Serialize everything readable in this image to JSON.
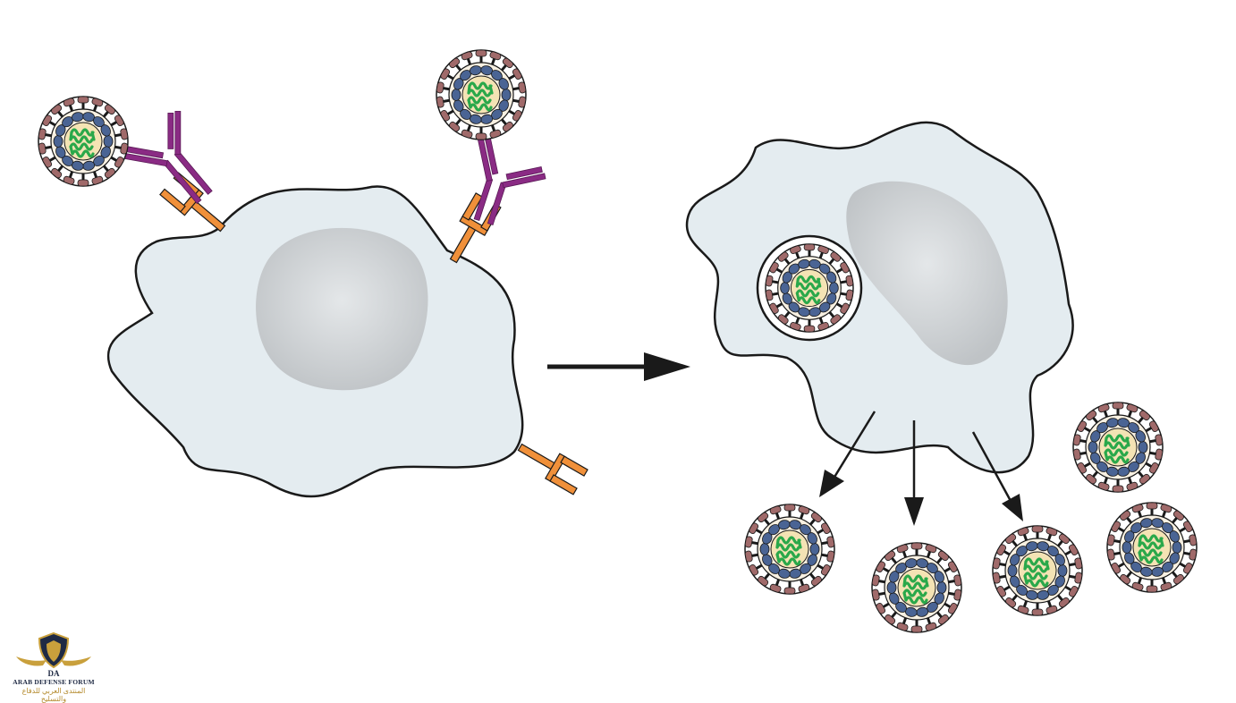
{
  "watermark": {
    "logo_icon": "arab-defense-forum-shield-eagle-logo",
    "text_en": "ARAB DEFENSE FORUM",
    "text_ar": "المنتدى العربي للدفاع والتسليح",
    "colors": {
      "navy": "#1f2a44",
      "gold": "#c9a03c"
    }
  },
  "colors": {
    "cell_fill": "#e4ecf0",
    "nucleus": "#c8cccf",
    "antibody": "#8a2b84",
    "receptor": "#f0903a",
    "capsid": "#4a6494",
    "envelope": "#a06a6a",
    "genome": "#2aa84a",
    "core": "#f4e3b4",
    "outline": "#1a1a1a"
  }
}
